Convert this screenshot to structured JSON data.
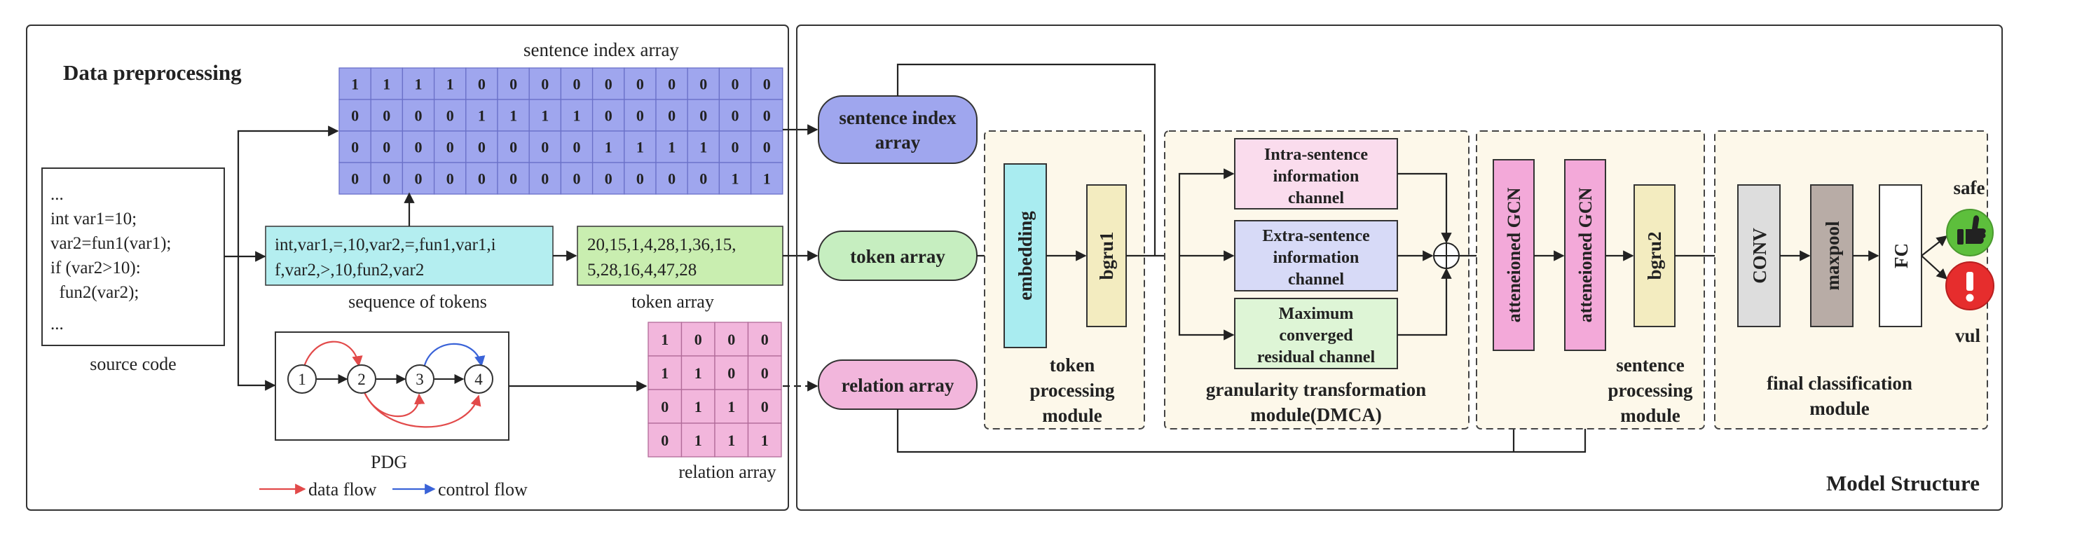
{
  "colors": {
    "index_fill": "#9fa6ee",
    "index_border": "#6a70c8",
    "token_seq_fill": "#b4eef0",
    "token_array_fill": "#c9eeb0",
    "relation_fill": "#f2b6dc",
    "pill_index": "#9fa6ee",
    "pill_token": "#c6eec0",
    "pill_relation": "#f2b6dc",
    "module_bg": "#fdf8ea",
    "embedding": "#a9ecf0",
    "bgru": "#f3ecc0",
    "intra": "#fadced",
    "extra": "#d7daf7",
    "maximum": "#def5d6",
    "gcn": "#f3a9d9",
    "conv": "#dddddd",
    "maxpool": "#b8aca6",
    "fc": "#ffffff",
    "safe": "#5dbf3c",
    "vul": "#e62d2d",
    "data_flow": "#e24a4a",
    "control_flow": "#3a63d8"
  },
  "preprocessing": {
    "title": "Data preprocessing",
    "source_code": {
      "lines": [
        "...",
        "int var1=10;",
        "var2=fun1(var1);",
        "if (var2>10):",
        "  fun2(var2);",
        "..."
      ],
      "caption": "source code"
    },
    "sentence_index": {
      "title": "sentence index array",
      "rows": [
        [
          "1",
          "1",
          "1",
          "1",
          "0",
          "0",
          "0",
          "0",
          "0",
          "0",
          "0",
          "0",
          "0",
          "0"
        ],
        [
          "0",
          "0",
          "0",
          "0",
          "1",
          "1",
          "1",
          "1",
          "0",
          "0",
          "0",
          "0",
          "0",
          "0"
        ],
        [
          "0",
          "0",
          "0",
          "0",
          "0",
          "0",
          "0",
          "0",
          "1",
          "1",
          "1",
          "1",
          "0",
          "0"
        ],
        [
          "0",
          "0",
          "0",
          "0",
          "0",
          "0",
          "0",
          "0",
          "0",
          "0",
          "0",
          "0",
          "1",
          "1"
        ]
      ]
    },
    "tokens": {
      "lines": [
        "int,var1,=,10,var2,=,fun1,var1,i",
        "f,var2,>,10,fun2,var2"
      ],
      "caption": "sequence of tokens"
    },
    "token_array": {
      "lines": [
        "20,15,1,4,28,1,36,15,",
        "5,28,16,4,47,28"
      ],
      "caption": "token array"
    },
    "pdg": {
      "caption": "PDG",
      "nodes": [
        "1",
        "2",
        "3",
        "4"
      ],
      "legend_data_flow": "data flow",
      "legend_control_flow": "control flow"
    },
    "relation": {
      "caption": "relation array",
      "rows": [
        [
          "1",
          "0",
          "0",
          "0"
        ],
        [
          "1",
          "1",
          "0",
          "0"
        ],
        [
          "0",
          "1",
          "1",
          "0"
        ],
        [
          "0",
          "1",
          "1",
          "1"
        ]
      ]
    }
  },
  "model": {
    "title": "Model Structure",
    "pills": {
      "sentence_index": [
        "sentence index",
        "array"
      ],
      "token": "token array",
      "relation": "relation array"
    },
    "token_module": {
      "embedding": "embedding",
      "bgru": "bgru1",
      "label": [
        "token",
        "processing",
        "module"
      ]
    },
    "dmca": {
      "intra": [
        "Intra-sentence",
        "information",
        "channel"
      ],
      "extra": [
        "Extra-sentence",
        "information",
        "channel"
      ],
      "maximum": [
        "Maximum",
        "converged",
        "residual channel"
      ],
      "label": [
        "granularity transformation",
        "module(DMCA)"
      ]
    },
    "sentence_module": {
      "gcn1": "atteneioned GCN",
      "gcn2": "atteneioned GCN",
      "bgru": "bgru2",
      "label": [
        "sentence",
        "processing",
        "module"
      ]
    },
    "final_module": {
      "conv": "CONV",
      "maxpool": "maxpool",
      "fc": "FC",
      "safe": "safe",
      "vul": "vul",
      "label": [
        "final classification",
        "module"
      ]
    }
  }
}
